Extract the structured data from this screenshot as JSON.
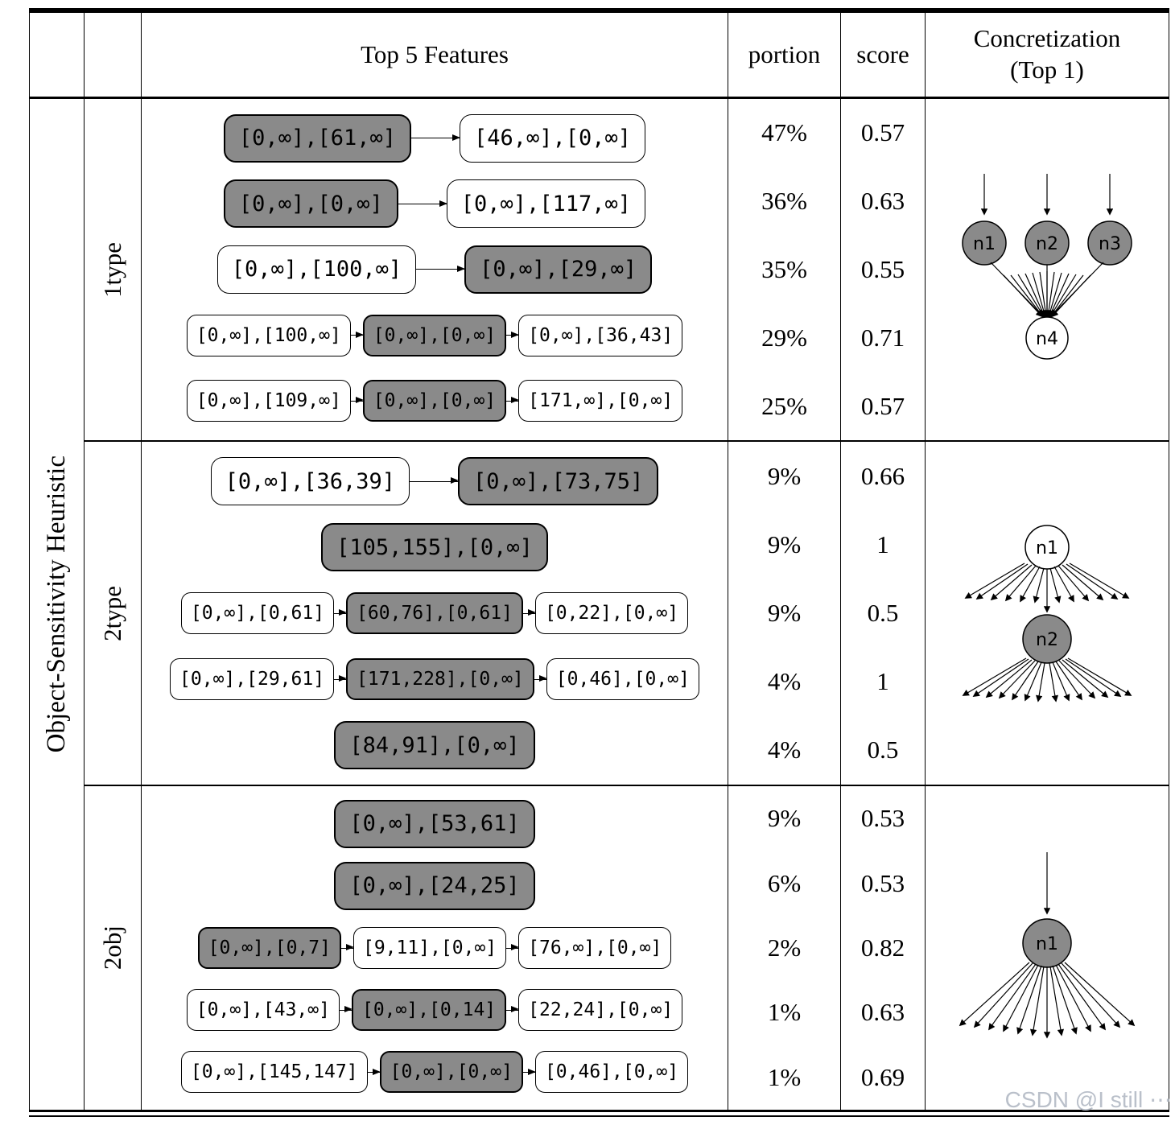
{
  "header": {
    "features": "Top 5 Features",
    "portion": "portion",
    "score": "score",
    "concretization": "Concretization",
    "concretization_sub": "(Top 1)"
  },
  "side_label": "Object-Sensitivity Heuristic",
  "watermark": "CSDN @I still ⋯",
  "colors": {
    "box_gray": "#8a8a8a",
    "box_white": "#ffffff",
    "line": "#000000",
    "watermark": "#bac0ca"
  },
  "groups": [
    {
      "label": "1type",
      "rows": [
        {
          "chain": [
            {
              "text": "[0,∞],[61,∞]",
              "shade": "gray"
            },
            {
              "text": "[46,∞],[0,∞]",
              "shade": "white"
            }
          ],
          "portion": "47%",
          "score": "0.57"
        },
        {
          "chain": [
            {
              "text": "[0,∞],[0,∞]",
              "shade": "gray"
            },
            {
              "text": "[0,∞],[117,∞]",
              "shade": "white"
            }
          ],
          "portion": "36%",
          "score": "0.63"
        },
        {
          "chain": [
            {
              "text": "[0,∞],[100,∞]",
              "shade": "white"
            },
            {
              "text": "[0,∞],[29,∞]",
              "shade": "gray"
            }
          ],
          "portion": "35%",
          "score": "0.55"
        },
        {
          "chain": [
            {
              "text": "[0,∞],[100,∞]",
              "shade": "white"
            },
            {
              "text": "[0,∞],[0,∞]",
              "shade": "gray"
            },
            {
              "text": "[0,∞],[36,43]",
              "shade": "white"
            }
          ],
          "portion": "29%",
          "score": "0.71"
        },
        {
          "chain": [
            {
              "text": "[0,∞],[109,∞]",
              "shade": "white"
            },
            {
              "text": "[0,∞],[0,∞]",
              "shade": "gray"
            },
            {
              "text": "[171,∞],[0,∞]",
              "shade": "white"
            }
          ],
          "portion": "25%",
          "score": "0.57"
        }
      ],
      "diagram": {
        "n1": "n1",
        "n2": "n2",
        "n3": "n3",
        "n4": "n4"
      }
    },
    {
      "label": "2type",
      "rows": [
        {
          "chain": [
            {
              "text": "[0,∞],[36,39]",
              "shade": "white"
            },
            {
              "text": "[0,∞],[73,75]",
              "shade": "gray"
            }
          ],
          "portion": "9%",
          "score": "0.66"
        },
        {
          "chain": [
            {
              "text": "[105,155],[0,∞]",
              "shade": "gray"
            }
          ],
          "portion": "9%",
          "score": "1"
        },
        {
          "chain": [
            {
              "text": "[0,∞],[0,61]",
              "shade": "white"
            },
            {
              "text": "[60,76],[0,61]",
              "shade": "gray"
            },
            {
              "text": "[0,22],[0,∞]",
              "shade": "white"
            }
          ],
          "portion": "9%",
          "score": "0.5"
        },
        {
          "chain": [
            {
              "text": "[0,∞],[29,61]",
              "shade": "white"
            },
            {
              "text": "[171,228],[0,∞]",
              "shade": "gray"
            },
            {
              "text": "[0,46],[0,∞]",
              "shade": "white"
            }
          ],
          "portion": "4%",
          "score": "1"
        },
        {
          "chain": [
            {
              "text": "[84,91],[0,∞]",
              "shade": "gray"
            }
          ],
          "portion": "4%",
          "score": "0.5"
        }
      ],
      "diagram": {
        "n1": "n1",
        "n2": "n2"
      }
    },
    {
      "label": "2obj",
      "rows": [
        {
          "chain": [
            {
              "text": "[0,∞],[53,61]",
              "shade": "gray"
            }
          ],
          "portion": "9%",
          "score": "0.53"
        },
        {
          "chain": [
            {
              "text": "[0,∞],[24,25]",
              "shade": "gray"
            }
          ],
          "portion": "6%",
          "score": "0.53"
        },
        {
          "chain": [
            {
              "text": "[0,∞],[0,7]",
              "shade": "gray"
            },
            {
              "text": "[9,11],[0,∞]",
              "shade": "white"
            },
            {
              "text": "[76,∞],[0,∞]",
              "shade": "white"
            }
          ],
          "portion": "2%",
          "score": "0.82"
        },
        {
          "chain": [
            {
              "text": "[0,∞],[43,∞]",
              "shade": "white"
            },
            {
              "text": "[0,∞],[0,14]",
              "shade": "gray"
            },
            {
              "text": "[22,24],[0,∞]",
              "shade": "white"
            }
          ],
          "portion": "1%",
          "score": "0.63"
        },
        {
          "chain": [
            {
              "text": "[0,∞],[145,147]",
              "shade": "white"
            },
            {
              "text": "[0,∞],[0,∞]",
              "shade": "gray"
            },
            {
              "text": "[0,46],[0,∞]",
              "shade": "white"
            }
          ],
          "portion": "1%",
          "score": "0.69"
        }
      ],
      "diagram": {
        "n1": "n1"
      }
    }
  ]
}
